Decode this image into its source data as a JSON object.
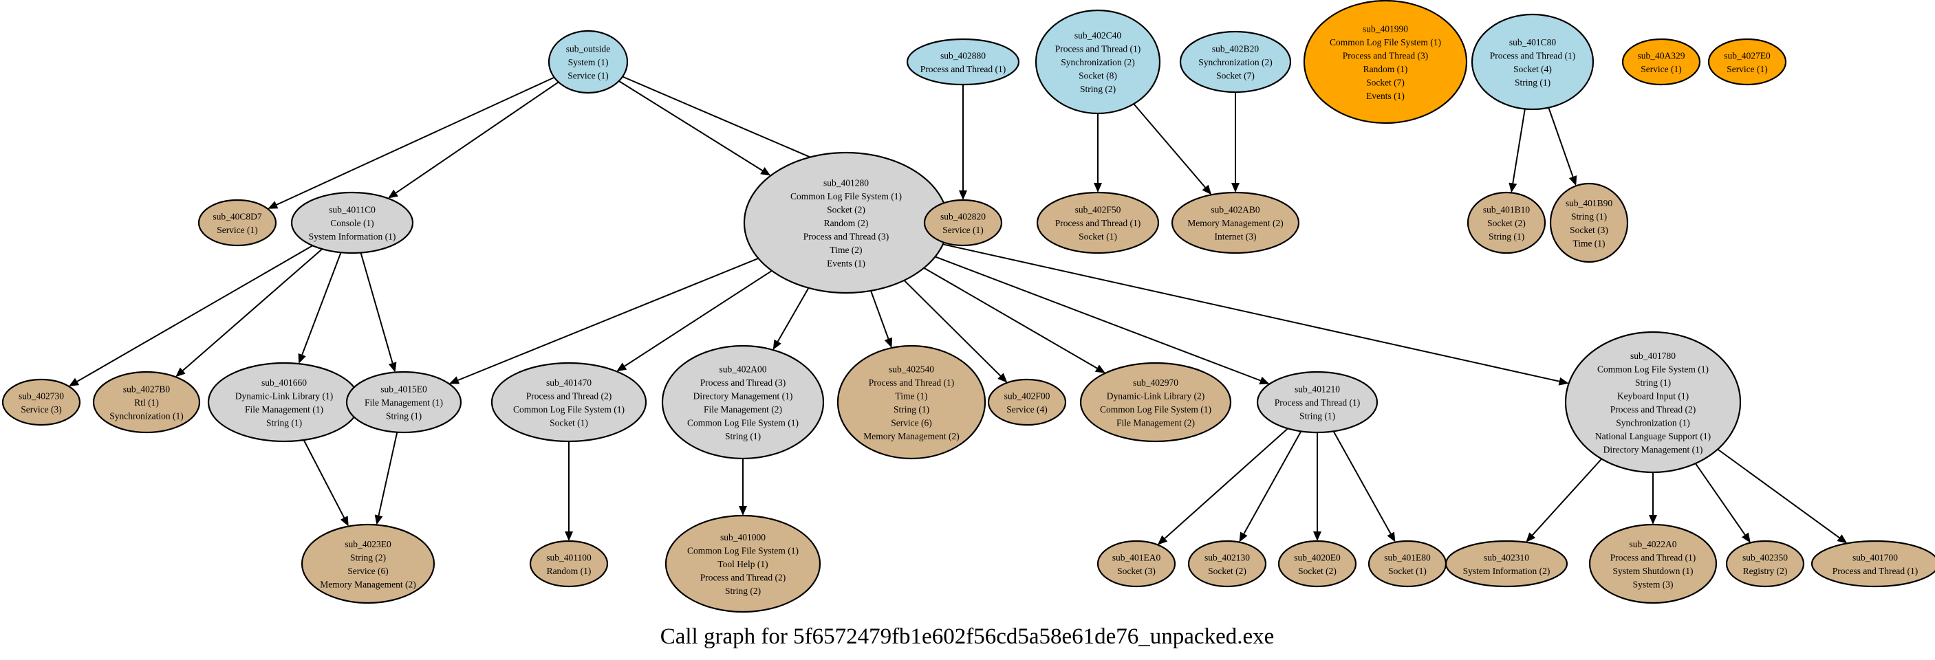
{
  "title": "Call graph for 5f6572479fb1e602f56cd5a58e61de76_unpacked.exe",
  "colors": {
    "blue": "#add8e6",
    "orange": "#ffa500",
    "grey": "#d3d3d3",
    "tan": "#d2b48c"
  },
  "nodes": [
    {
      "id": "sub_outside",
      "color": "blue",
      "lines": [
        "sub_outside",
        "System (1)",
        "Service (1)"
      ]
    },
    {
      "id": "sub_402880",
      "color": "blue",
      "lines": [
        "sub_402880",
        "Process and Thread (1)"
      ]
    },
    {
      "id": "sub_402C40",
      "color": "blue",
      "lines": [
        "sub_402C40",
        "Process and Thread (1)",
        "Synchronization (2)",
        "Socket (8)",
        "String (2)"
      ]
    },
    {
      "id": "sub_402B20",
      "color": "blue",
      "lines": [
        "sub_402B20",
        "Synchronization (2)",
        "Socket (7)"
      ]
    },
    {
      "id": "sub_401990",
      "color": "orange",
      "lines": [
        "sub_401990",
        "Common Log File System (1)",
        "Process and Thread (3)",
        "Random (1)",
        "Socket (7)",
        "Events (1)"
      ]
    },
    {
      "id": "sub_401C80",
      "color": "blue",
      "lines": [
        "sub_401C80",
        "Process and Thread (1)",
        "Socket (4)",
        "String (1)"
      ]
    },
    {
      "id": "sub_40A329",
      "color": "orange",
      "lines": [
        "sub_40A329",
        "Service (1)"
      ]
    },
    {
      "id": "sub_4027E0",
      "color": "orange",
      "lines": [
        "sub_4027E0",
        "Service (1)"
      ]
    },
    {
      "id": "sub_40C8D7",
      "color": "tan",
      "lines": [
        "sub_40C8D7",
        "Service (1)"
      ]
    },
    {
      "id": "sub_4011C0",
      "color": "grey",
      "lines": [
        "sub_4011C0",
        "Console (1)",
        "System Information (1)"
      ]
    },
    {
      "id": "sub_401280",
      "color": "grey",
      "lines": [
        "sub_401280",
        "Common Log File System (1)",
        "Socket (2)",
        "Random (2)",
        "Process and Thread (3)",
        "Time (2)",
        "Events (1)"
      ]
    },
    {
      "id": "sub_402820",
      "color": "tan",
      "lines": [
        "sub_402820",
        "Service (1)"
      ]
    },
    {
      "id": "sub_402F50",
      "color": "tan",
      "lines": [
        "sub_402F50",
        "Process and Thread (1)",
        "Socket (1)"
      ]
    },
    {
      "id": "sub_402AB0",
      "color": "tan",
      "lines": [
        "sub_402AB0",
        "Memory Management (2)",
        "Internet (3)"
      ]
    },
    {
      "id": "sub_401B10",
      "color": "tan",
      "lines": [
        "sub_401B10",
        "Socket (2)",
        "String (1)"
      ]
    },
    {
      "id": "sub_401B90",
      "color": "tan",
      "lines": [
        "sub_401B90",
        "String (1)",
        "Socket (3)",
        "Time (1)"
      ]
    },
    {
      "id": "sub_402730",
      "color": "tan",
      "lines": [
        "sub_402730",
        "Service (3)"
      ]
    },
    {
      "id": "sub_4027B0",
      "color": "tan",
      "lines": [
        "sub_4027B0",
        "Rtl (1)",
        "Synchronization (1)"
      ]
    },
    {
      "id": "sub_401660",
      "color": "grey",
      "lines": [
        "sub_401660",
        "Dynamic-Link Library (1)",
        "File Management (1)",
        "String (1)"
      ]
    },
    {
      "id": "sub_4015E0",
      "color": "grey",
      "lines": [
        "sub_4015E0",
        "File Management (1)",
        "String (1)"
      ]
    },
    {
      "id": "sub_401470",
      "color": "grey",
      "lines": [
        "sub_401470",
        "Process and Thread (2)",
        "Common Log File System (1)",
        "Socket (1)"
      ]
    },
    {
      "id": "sub_402A00",
      "color": "grey",
      "lines": [
        "sub_402A00",
        "Process and Thread (3)",
        "Directory Management (1)",
        "File Management (2)",
        "Common Log File System (1)",
        "String (1)"
      ]
    },
    {
      "id": "sub_402540",
      "color": "tan",
      "lines": [
        "sub_402540",
        "Process and Thread (1)",
        "Time (1)",
        "String (1)",
        "Service (6)",
        "Memory Management (2)"
      ]
    },
    {
      "id": "sub_402F00",
      "color": "tan",
      "lines": [
        "sub_402F00",
        "Service (4)"
      ]
    },
    {
      "id": "sub_402970",
      "color": "tan",
      "lines": [
        "sub_402970",
        "Dynamic-Link Library (2)",
        "Common Log File System (1)",
        "File Management (2)"
      ]
    },
    {
      "id": "sub_401210",
      "color": "grey",
      "lines": [
        "sub_401210",
        "Process and Thread (1)",
        "String (1)"
      ]
    },
    {
      "id": "sub_401780",
      "color": "grey",
      "lines": [
        "sub_401780",
        "Common Log File System (1)",
        "String (1)",
        "Keyboard Input (1)",
        "Process and Thread (2)",
        "Synchronization (1)",
        "National Language Support (1)",
        "Directory Management (1)"
      ]
    },
    {
      "id": "sub_4023E0",
      "color": "tan",
      "lines": [
        "sub_4023E0",
        "String (2)",
        "Service (6)",
        "Memory Management (2)"
      ]
    },
    {
      "id": "sub_401100",
      "color": "tan",
      "lines": [
        "sub_401100",
        "Random (1)"
      ]
    },
    {
      "id": "sub_401000",
      "color": "tan",
      "lines": [
        "sub_401000",
        "Common Log File System (1)",
        "Tool Help (1)",
        "Process and Thread (2)",
        "String (2)"
      ]
    },
    {
      "id": "sub_401EA0",
      "color": "tan",
      "lines": [
        "sub_401EA0",
        "Socket (3)"
      ]
    },
    {
      "id": "sub_402130",
      "color": "tan",
      "lines": [
        "sub_402130",
        "Socket (2)"
      ]
    },
    {
      "id": "sub_4020E0",
      "color": "tan",
      "lines": [
        "sub_4020E0",
        "Socket (2)"
      ]
    },
    {
      "id": "sub_401E80",
      "color": "tan",
      "lines": [
        "sub_401E80",
        "Socket (1)"
      ]
    },
    {
      "id": "sub_402310",
      "color": "tan",
      "lines": [
        "sub_402310",
        "System Information (2)"
      ]
    },
    {
      "id": "sub_4022A0",
      "color": "tan",
      "lines": [
        "sub_4022A0",
        "Process and Thread (1)",
        "System Shutdown (1)",
        "System (3)"
      ]
    },
    {
      "id": "sub_402350",
      "color": "tan",
      "lines": [
        "sub_402350",
        "Registry (2)"
      ]
    },
    {
      "id": "sub_401700",
      "color": "tan",
      "lines": [
        "sub_401700",
        "Process and Thread (1)"
      ]
    }
  ],
  "edges": [
    [
      "sub_outside",
      "sub_40C8D7"
    ],
    [
      "sub_outside",
      "sub_4011C0"
    ],
    [
      "sub_outside",
      "sub_401280"
    ],
    [
      "sub_outside",
      "sub_402820"
    ],
    [
      "sub_402880",
      "sub_402820"
    ],
    [
      "sub_402C40",
      "sub_402F50"
    ],
    [
      "sub_402C40",
      "sub_402AB0"
    ],
    [
      "sub_402B20",
      "sub_402AB0"
    ],
    [
      "sub_401C80",
      "sub_401B10"
    ],
    [
      "sub_401C80",
      "sub_401B90"
    ],
    [
      "sub_4011C0",
      "sub_402730"
    ],
    [
      "sub_4011C0",
      "sub_4027B0"
    ],
    [
      "sub_4011C0",
      "sub_401660"
    ],
    [
      "sub_4011C0",
      "sub_4015E0"
    ],
    [
      "sub_401280",
      "sub_4015E0"
    ],
    [
      "sub_401280",
      "sub_401470"
    ],
    [
      "sub_401280",
      "sub_402A00"
    ],
    [
      "sub_401280",
      "sub_402540"
    ],
    [
      "sub_401280",
      "sub_402F00"
    ],
    [
      "sub_401280",
      "sub_402970"
    ],
    [
      "sub_401280",
      "sub_401210"
    ],
    [
      "sub_401280",
      "sub_401780"
    ],
    [
      "sub_401660",
      "sub_4023E0"
    ],
    [
      "sub_4015E0",
      "sub_4023E0"
    ],
    [
      "sub_401470",
      "sub_401100"
    ],
    [
      "sub_402A00",
      "sub_401000"
    ],
    [
      "sub_401210",
      "sub_401EA0"
    ],
    [
      "sub_401210",
      "sub_402130"
    ],
    [
      "sub_401210",
      "sub_4020E0"
    ],
    [
      "sub_401210",
      "sub_401E80"
    ],
    [
      "sub_401780",
      "sub_402310"
    ],
    [
      "sub_401780",
      "sub_4022A0"
    ],
    [
      "sub_401780",
      "sub_402350"
    ],
    [
      "sub_401780",
      "sub_401700"
    ]
  ]
}
